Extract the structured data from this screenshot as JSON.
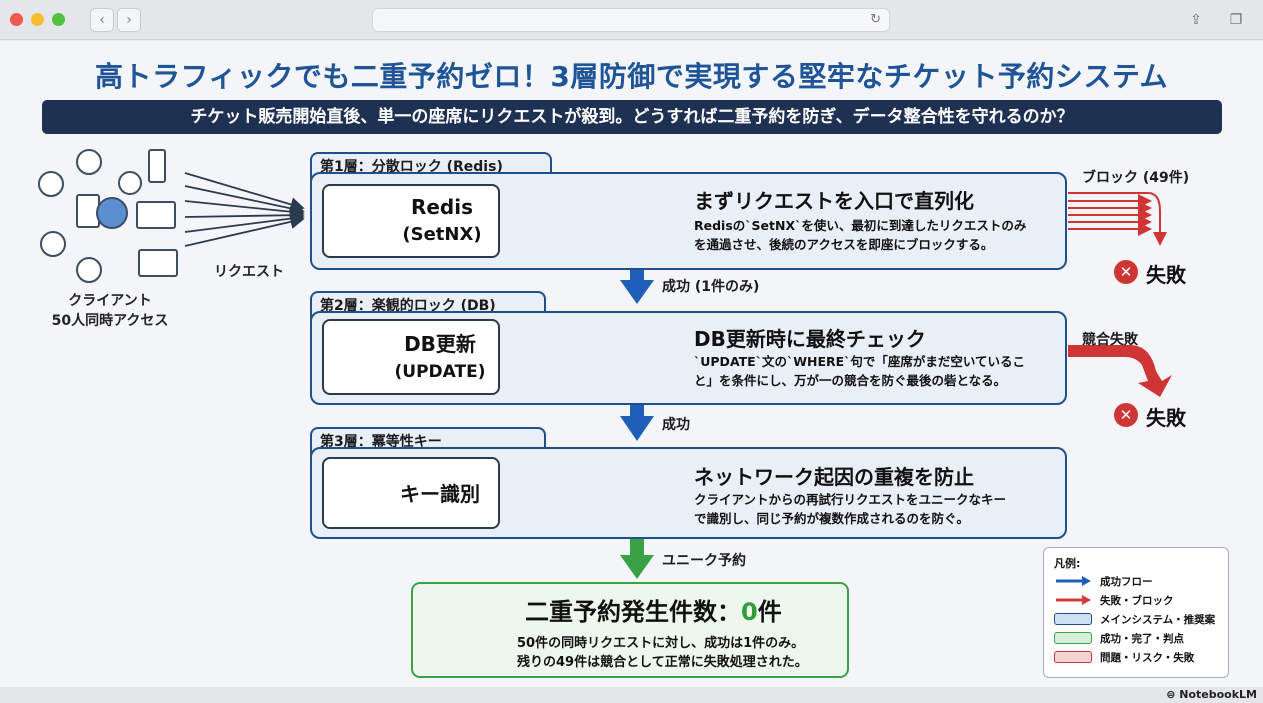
{
  "browser": {
    "traffic_lights": [
      "#ee5a52",
      "#f5be2f",
      "#53c13f"
    ]
  },
  "page": {
    "title": "高トラフィックでも二重予約ゼロ！3層防御で実現する堅牢なチケット予約システム",
    "subtitle": "チケット販売開始直後、単一の座席にリクエストが殺到。どうすれば二重予約を防ぎ、データ整合性を守れるのか？",
    "client_label_line1": "クライアント",
    "client_label_line2": "50人同時アクセス",
    "request_label": "リクエスト"
  },
  "layers": [
    {
      "tab": "第1層：分散ロック (Redis)",
      "component_line1": "Redis",
      "component_line2": "(SetNX)",
      "heading": "まずリクエストを入口で直列化",
      "desc_line1": "Redisの`SetNX`を使い、最初に到達したリクエストのみ",
      "desc_line2": "を通過させ、後続のアクセスを即座にブロックする。"
    },
    {
      "tab": "第2層：楽観的ロック (DB)",
      "component_line1": "DB更新",
      "component_line2": "(UPDATE)",
      "heading": "DB更新時に最終チェック",
      "desc_line1": "`UPDATE`文の`WHERE`句で「座席がまだ空いているこ",
      "desc_line2": "と」を条件にし、万が一の競合を防ぐ最後の砦となる。"
    },
    {
      "tab": "第3層：冪等性キー",
      "component_line1": "キー識別",
      "heading": "ネットワーク起因の重複を防止",
      "desc_line1": "クライアントからの再試行リクエストをユニークなキー",
      "desc_line2": "で識別し、同じ予約が複数作成されるのを防ぐ。"
    }
  ],
  "flows": {
    "block_label": "ブロック (49件)",
    "success1_label": "成功 (1件のみ)",
    "conflict_label": "競合失敗",
    "success2_label": "成功",
    "unique_label": "ユニーク予約",
    "fail_text": "失敗"
  },
  "result": {
    "title_prefix": "二重予約発生件数：",
    "title_zero": "0",
    "title_suffix": "件",
    "desc_line1": "50件の同時リクエストに対し、成功は1件のみ。",
    "desc_line2": "残りの49件は競合として正常に失敗処理された。"
  },
  "legend": {
    "title": "凡例:",
    "items": [
      {
        "label": "成功フロー",
        "color": "#1f5fb8"
      },
      {
        "label": "失敗・ブロック",
        "color": "#d23a3a"
      },
      {
        "label": "メインシステム・推奨案",
        "color": "#cfe0f3"
      },
      {
        "label": "成功・完了・判点",
        "color": "#d6efd6"
      },
      {
        "label": "問題・リスク・失敗",
        "color": "#f6d2d2"
      }
    ]
  },
  "footer": {
    "brand": "NotebookLM"
  },
  "colors": {
    "primary_blue": "#1f5597",
    "success_green": "#3aa147",
    "fail_red": "#d03535",
    "dark_navy": "#1f3152"
  }
}
